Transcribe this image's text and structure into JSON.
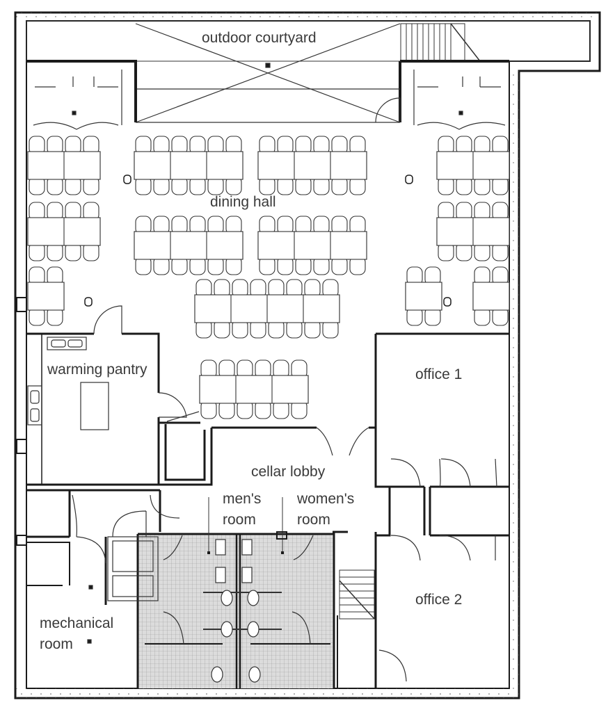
{
  "rooms": {
    "courtyard": "outdoor courtyard",
    "dining_hall": "dining hall",
    "warming_pantry": "warming pantry",
    "office_1": "office 1",
    "cellar_lobby": "cellar lobby",
    "mens_room_line1": "men's",
    "mens_room_line2": "room",
    "womens_room_line1": "women's",
    "womens_room_line2": "room",
    "office_2": "office 2",
    "mechanical_line1": "mechanical",
    "mechanical_line2": "room"
  },
  "colors": {
    "wall": "#1a1a1a",
    "line": "#333333",
    "text": "#3a3a3a",
    "tile_fill": "#d9d9d9",
    "background": "#ffffff"
  }
}
